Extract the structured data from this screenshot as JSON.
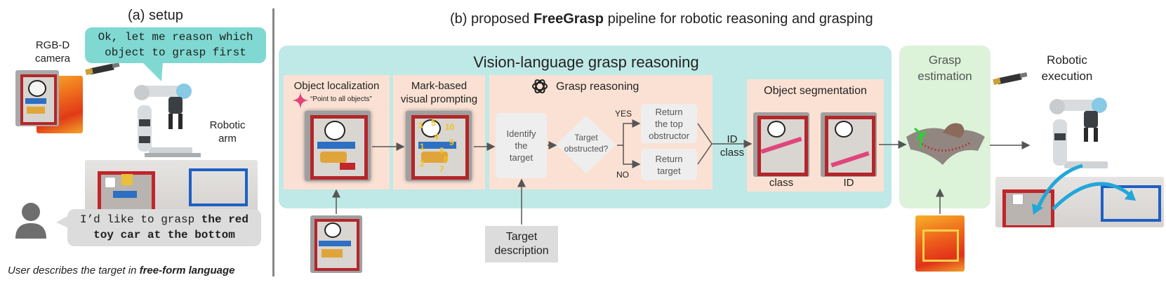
{
  "setup": {
    "title": "(a) setup",
    "camera_label": [
      "RGB-D",
      "camera"
    ],
    "robot_speech": [
      "Ok, let me reason which",
      "object to grasp first"
    ],
    "arm_label": [
      "Robotic",
      "arm"
    ],
    "user_speech_plain": "I’d like to grasp ",
    "user_speech_bold_1": "the red",
    "user_speech_bold_2": "toy car at the bottom",
    "caption_plain": "User describes the target in ",
    "caption_bold": "free-form language"
  },
  "pipeline": {
    "title_prefix": "(b) proposed ",
    "title_bold": "FreeGrasp",
    "title_suffix": " pipeline for robotic reasoning and grasping",
    "vlm_title": "Vision-language grasp reasoning",
    "obj_loc_title": "Object localization",
    "obj_loc_prompt": "“Point to all objects”",
    "mark_title": [
      "Mark-based",
      "visual prompting"
    ],
    "mark_numbers": [
      "3",
      "5",
      "10",
      "4",
      "9",
      "1",
      "5",
      "8",
      "2",
      "7"
    ],
    "grasp_reasoning_title": "Grasp reasoning",
    "identify": [
      "Identify",
      "the",
      "target"
    ],
    "decision": [
      "Target",
      "obstructed?"
    ],
    "yes": "YES",
    "no": "NO",
    "return_obstructor": [
      "Return",
      "the top",
      "obstructor"
    ],
    "return_target": [
      "Return",
      "target"
    ],
    "id_class": [
      "ID",
      "class"
    ],
    "seg_title": "Object segmentation",
    "seg_class": "class",
    "seg_id": "ID",
    "grasp_est_title": [
      "Grasp",
      "estimation"
    ],
    "exec_title": [
      "Robotic",
      "execution"
    ],
    "target_desc": [
      "Target",
      "description"
    ]
  },
  "colors": {
    "teal_panel": "#bfe9e6",
    "green_panel": "#dcf3d9",
    "peach_box": "#fbe1d3",
    "grey_box": "#eeeeee",
    "tray_red": "#c0262b",
    "tray_blue": "#1f5fc4",
    "mark_yellow": "#f2c318",
    "gemini_pink": "#e0457b"
  },
  "icons": [
    "camera-icon",
    "user-icon",
    "gemini-sparkle-icon",
    "openai-icon",
    "robot-arm-icon",
    "camera-icon-exec"
  ]
}
